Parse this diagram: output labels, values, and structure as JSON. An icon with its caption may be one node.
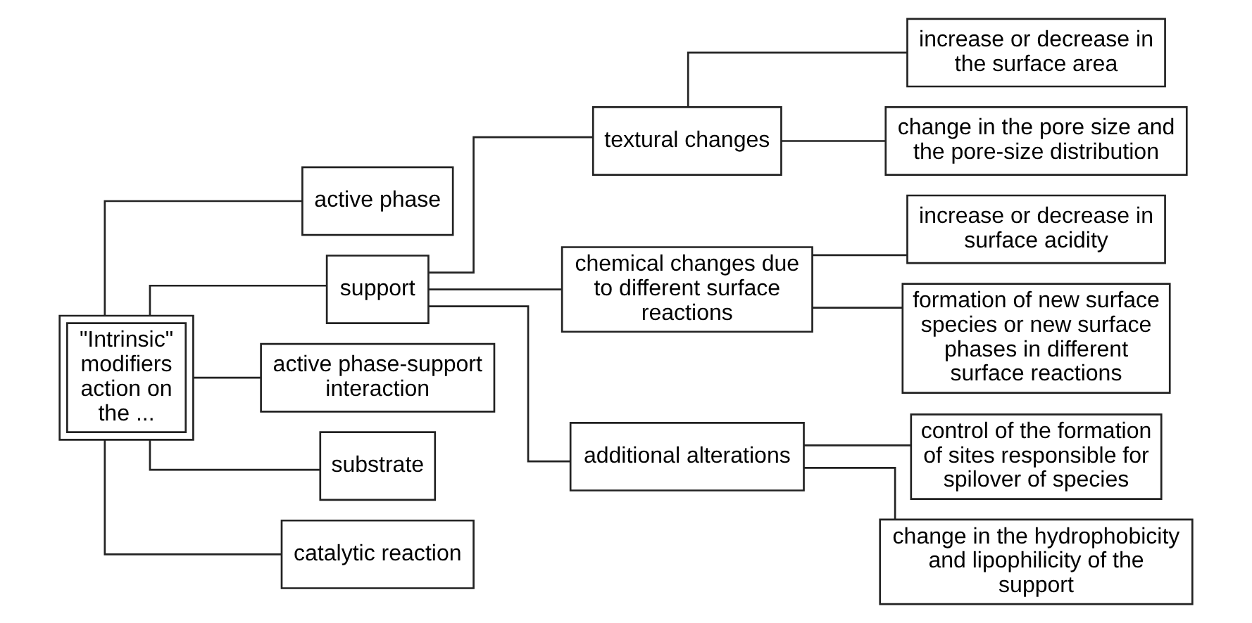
{
  "diagram": {
    "nodes": [
      {
        "text": [
          "\"Intrinsic\" modifiers action on the ..."
        ]
      },
      {
        "text": [
          "active phase"
        ]
      },
      {
        "text": [
          "support"
        ]
      },
      {
        "text": [
          "active phase-support interaction"
        ]
      },
      {
        "text": [
          "substrate"
        ]
      },
      {
        "text": [
          "catalytic reaction"
        ]
      },
      {
        "text": [
          "textural changes"
        ]
      },
      {
        "text": [
          "chemical changes due to different surface reactions"
        ]
      },
      {
        "text": [
          "additional alterations"
        ]
      },
      {
        "text": [
          "increase or decrease in the surface area"
        ]
      },
      {
        "text": [
          "change in the pore size and the pore-size distribution"
        ]
      },
      {
        "text": [
          "increase or decrease in surface acidity"
        ]
      },
      {
        "text": [
          "formation of new surface species or new surface phases in different surface reactions"
        ]
      },
      {
        "text": [
          "control of the formation of sites responsible for spilover of species"
        ]
      },
      {
        "text": [
          "change in the hydrophobicity and lipophilicity of the support"
        ]
      }
    ],
    "edges": [
      {
        "from": 0,
        "to": 1,
        "arrow": "none"
      },
      {
        "from": 0,
        "to": 2,
        "arrow": "none"
      },
      {
        "from": 0,
        "to": 3,
        "arrow": "none"
      },
      {
        "from": 0,
        "to": 4,
        "arrow": "none"
      },
      {
        "from": 0,
        "to": 5,
        "arrow": "none"
      },
      {
        "from": 2,
        "to": 6,
        "arrow": "none"
      },
      {
        "from": 2,
        "to": 7,
        "arrow": "none"
      },
      {
        "from": 2,
        "to": 8,
        "arrow": "none"
      },
      {
        "from": 6,
        "to": 9,
        "arrow": "none"
      },
      {
        "from": 6,
        "to": 10,
        "arrow": "none"
      },
      {
        "from": 7,
        "to": 11,
        "arrow": "none"
      },
      {
        "from": 7,
        "to": 12,
        "arrow": "none"
      },
      {
        "from": 8,
        "to": 13,
        "arrow": "none"
      },
      {
        "from": 8,
        "to": 14,
        "arrow": "none"
      }
    ]
  }
}
